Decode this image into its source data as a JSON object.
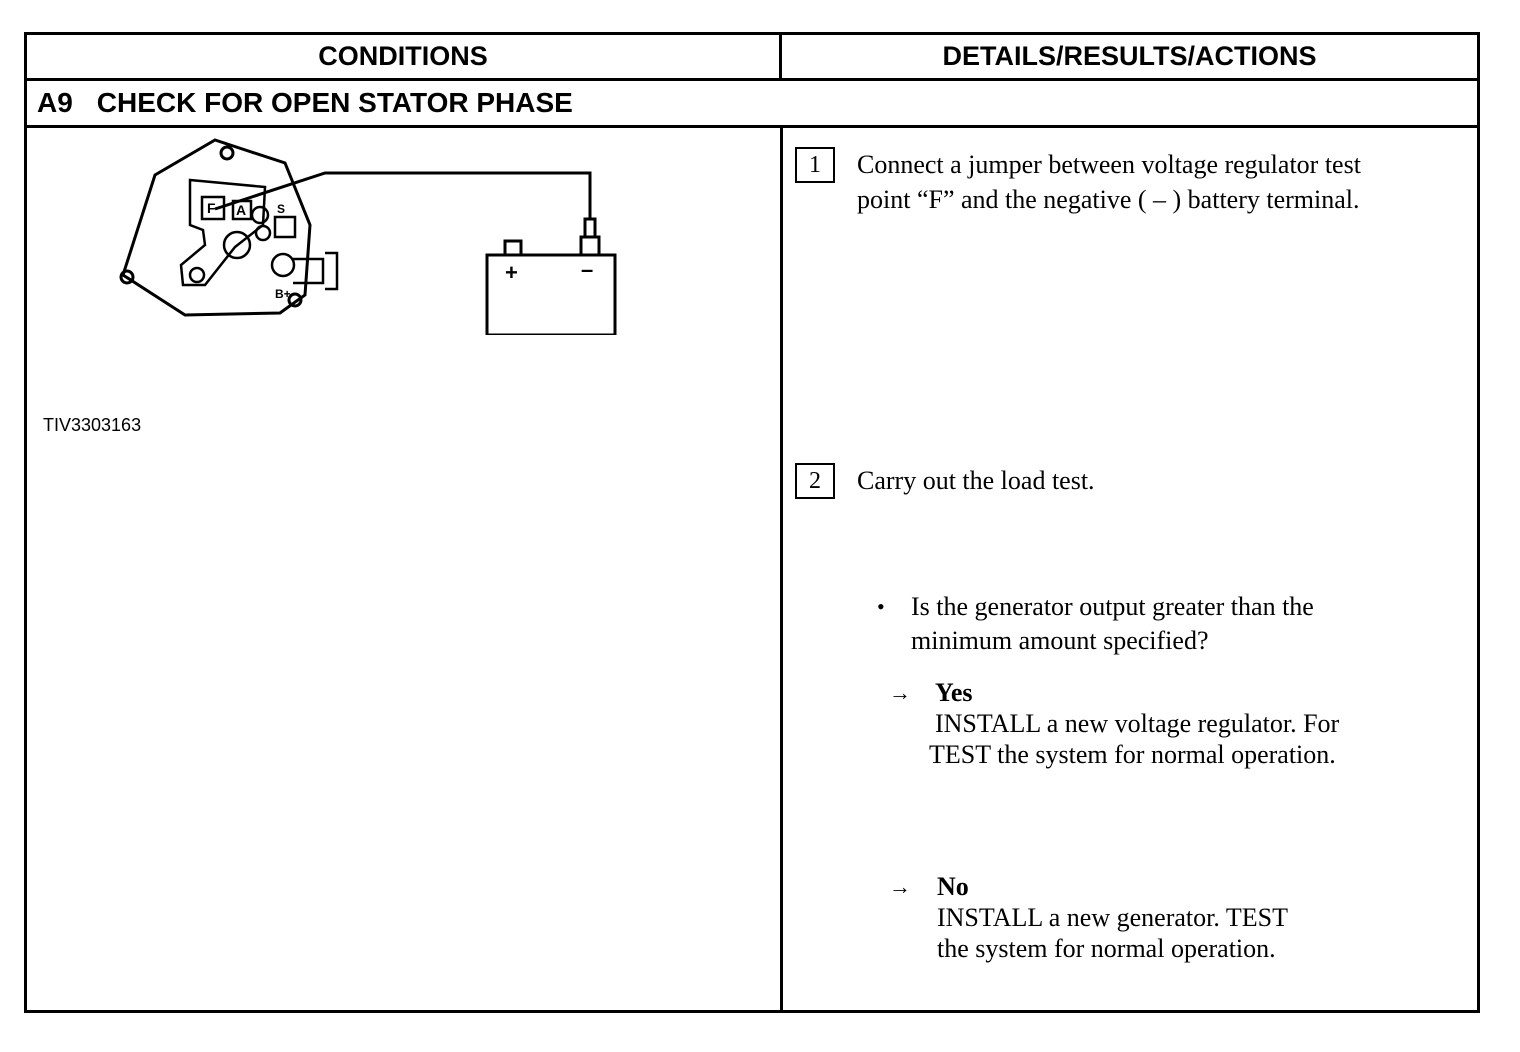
{
  "header": {
    "conditions": "CONDITIONS",
    "details": "DETAILS/RESULTS/ACTIONS"
  },
  "section": {
    "code": "A9",
    "title": "CHECK FOR OPEN STATOR PHASE"
  },
  "figure": {
    "id": "TIV3303163",
    "labels": {
      "f": "F",
      "a": "A",
      "s": "S",
      "b_plus": "B+",
      "plus": "+",
      "minus": "–"
    }
  },
  "steps": [
    {
      "number": "1",
      "lines": [
        "Connect a jumper between voltage regulator test",
        "point “F” and the negative ( – ) battery terminal."
      ]
    },
    {
      "number": "2",
      "lines": [
        "Carry out the load test."
      ]
    }
  ],
  "question": {
    "bullet": "•",
    "lines": [
      "Is the generator output greater than the",
      "minimum amount specified?"
    ]
  },
  "answers": {
    "yes": {
      "arrow": "→",
      "label": "Yes",
      "lines": [
        "INSTALL a new voltage regulator. For",
        "TEST the system for normal operation."
      ]
    },
    "no": {
      "arrow": "→",
      "label": "No",
      "lines": [
        "INSTALL a new generator. TEST",
        "the system for normal operation."
      ]
    }
  }
}
